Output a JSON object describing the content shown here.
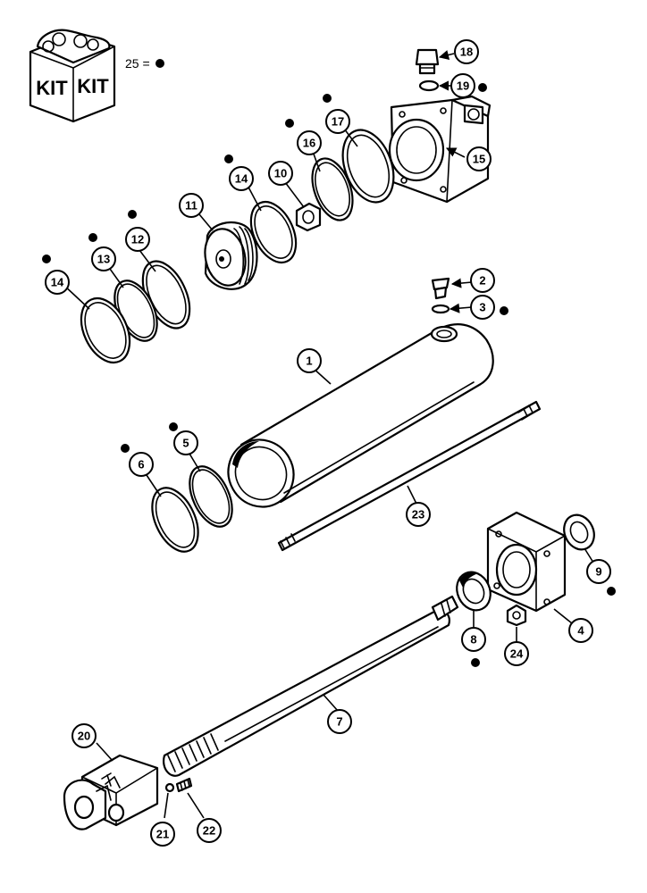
{
  "kit": {
    "label_left": "KIT",
    "label_right": "KIT",
    "legend_item": "25 ="
  },
  "callouts": {
    "c1": "1",
    "c2": "2",
    "c3": "3",
    "c4": "4",
    "c5": "5",
    "c6": "6",
    "c7": "7",
    "c8": "8",
    "c9": "9",
    "c10": "10",
    "c11": "11",
    "c12": "12",
    "c13": "13",
    "c14a": "14",
    "c14b": "14",
    "c15": "15",
    "c16": "16",
    "c17": "17",
    "c18": "18",
    "c19": "19",
    "c20": "20",
    "c21": "21",
    "c22": "22",
    "c23": "23",
    "c24": "24"
  },
  "colors": {
    "ink": "#000000",
    "paper": "#ffffff"
  }
}
